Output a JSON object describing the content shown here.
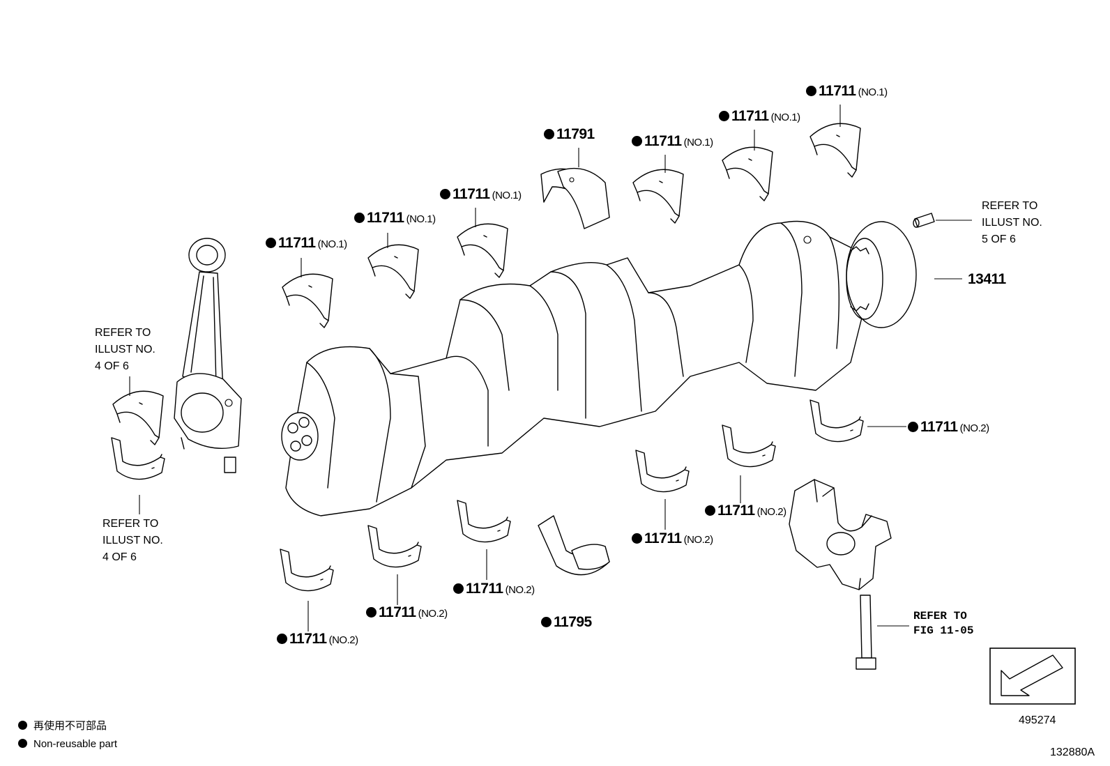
{
  "diagram": {
    "bullet_icon": "filled-circle",
    "labels": {
      "top_1": {
        "part": "11711",
        "suffix": "(NO.1)"
      },
      "top_2": {
        "part": "11711",
        "suffix": "(NO.1)"
      },
      "top_3": {
        "part": "11711",
        "suffix": "(NO.1)"
      },
      "top_4": {
        "part": "11791",
        "suffix": ""
      },
      "top_5": {
        "part": "11711",
        "suffix": "(NO.1)"
      },
      "top_6": {
        "part": "11711",
        "suffix": "(NO.1)"
      },
      "top_7": {
        "part": "11711",
        "suffix": "(NO.1)"
      },
      "bottom_1": {
        "part": "11711",
        "suffix": "(NO.2)"
      },
      "bottom_2": {
        "part": "11711",
        "suffix": "(NO.2)"
      },
      "bottom_3": {
        "part": "11711",
        "suffix": "(NO.2)"
      },
      "bottom_4": {
        "part": "11795",
        "suffix": ""
      },
      "bottom_5": {
        "part": "11711",
        "suffix": "(NO.2)"
      },
      "bottom_6": {
        "part": "11711",
        "suffix": "(NO.2)"
      },
      "bottom_7": {
        "part": "11711",
        "suffix": "(NO.2)"
      },
      "crankshaft": {
        "part": "13411"
      }
    },
    "refs": {
      "rod_upper": "REFER TO\nILLUST NO.\n4 OF 6",
      "rod_lower": "REFER TO\nILLUST NO.\n4 OF 6",
      "pin": "REFER TO\nILLUST NO.\n5 OF 6",
      "bolt": "REFER TO\nFIG 11-05"
    },
    "legend": {
      "japanese": "再使用不可部品",
      "english": "Non-reusable part"
    },
    "direction_box_code": "495274",
    "figure_code": "132880A"
  }
}
